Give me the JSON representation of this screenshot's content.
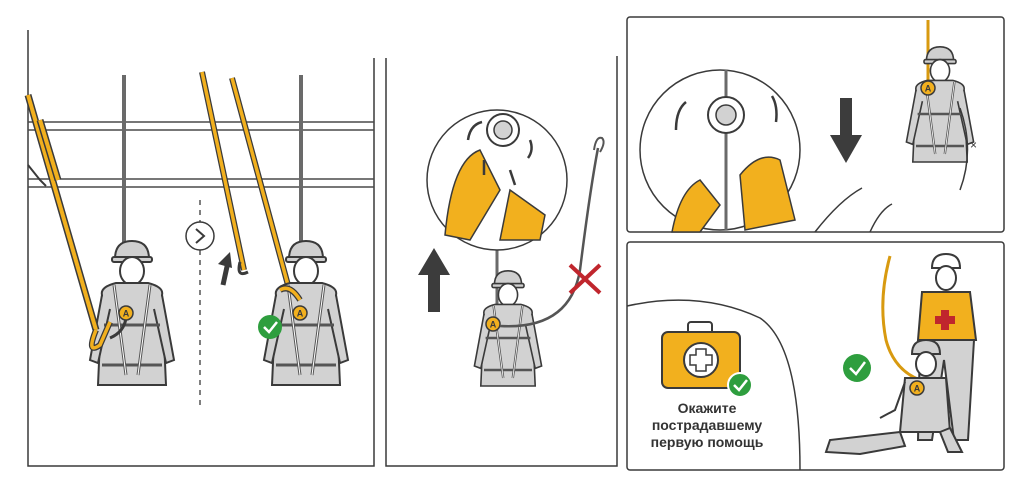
{
  "caption": {
    "line1": "Окажите",
    "line2": "пострадавшему",
    "line3": "первую помощь"
  },
  "markers": {
    "anchor_letter": "A",
    "next_step_icon": "chevron-right-circle-icon",
    "correct_icon": "check-circle-icon",
    "wrong_icon": "red-cross-icon",
    "first_aid_icon": "first-aid-kit-icon",
    "red_cross_icon": "medical-cross-icon"
  },
  "colors": {
    "accent": "#f2b01e",
    "accent_dark": "#d89a10",
    "outline": "#3a3a3a",
    "suit": "#d2d2d2",
    "correct": "#2e9e3e",
    "wrong": "#c0262d",
    "arrow": "#3c3c3c"
  }
}
